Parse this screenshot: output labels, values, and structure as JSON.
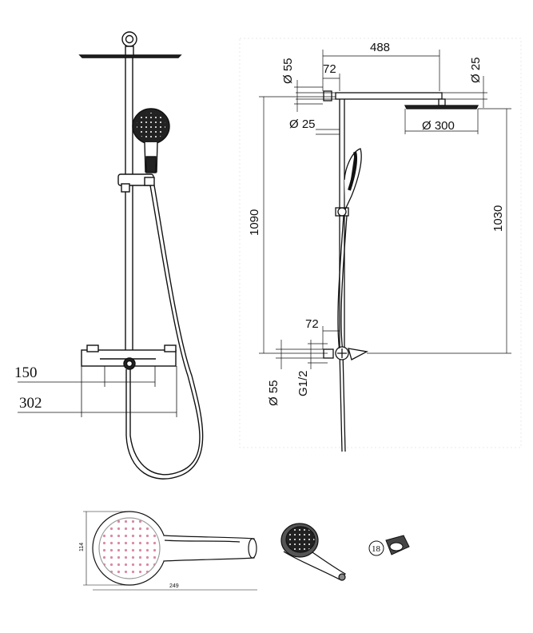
{
  "front_view": {
    "dim_150": "150",
    "dim_302": "302"
  },
  "side_view": {
    "dim_488": "488",
    "dim_72_top": "72",
    "dim_55_top": "Ø 55",
    "dim_25_top": "Ø 25",
    "dim_25_left": "Ø 25",
    "dim_300": "Ø 300",
    "dim_1090": "1090",
    "dim_1030": "1030",
    "dim_72_bottom": "72",
    "dim_55_bottom": "Ø 55",
    "dim_g12": "G1/2"
  },
  "handshower_view": {
    "dim_114": "114",
    "dim_249": "249"
  },
  "part_callout": {
    "number": "18"
  }
}
